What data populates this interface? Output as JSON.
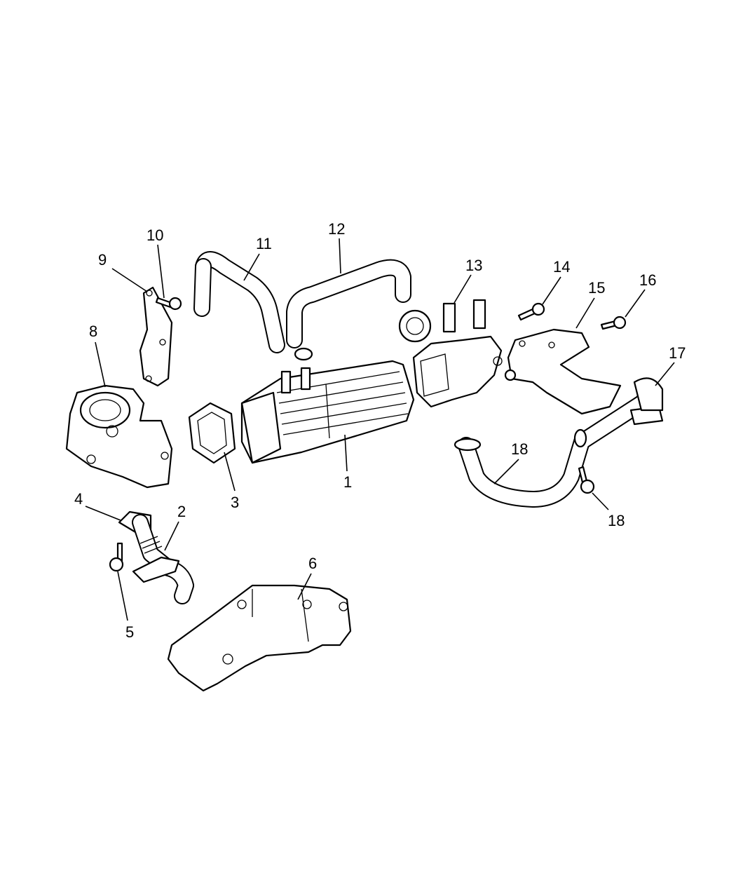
{
  "diagram": {
    "callouts": {
      "c1": "1",
      "c2": "2",
      "c3": "3",
      "c4": "4",
      "c5": "5",
      "c6": "6",
      "c8": "8",
      "c9": "9",
      "c10": "10",
      "c11": "11",
      "c12": "12",
      "c13": "13",
      "c14": "14",
      "c15": "15",
      "c16": "16",
      "c17": "17",
      "c18a": "18",
      "c18b": "18"
    }
  }
}
